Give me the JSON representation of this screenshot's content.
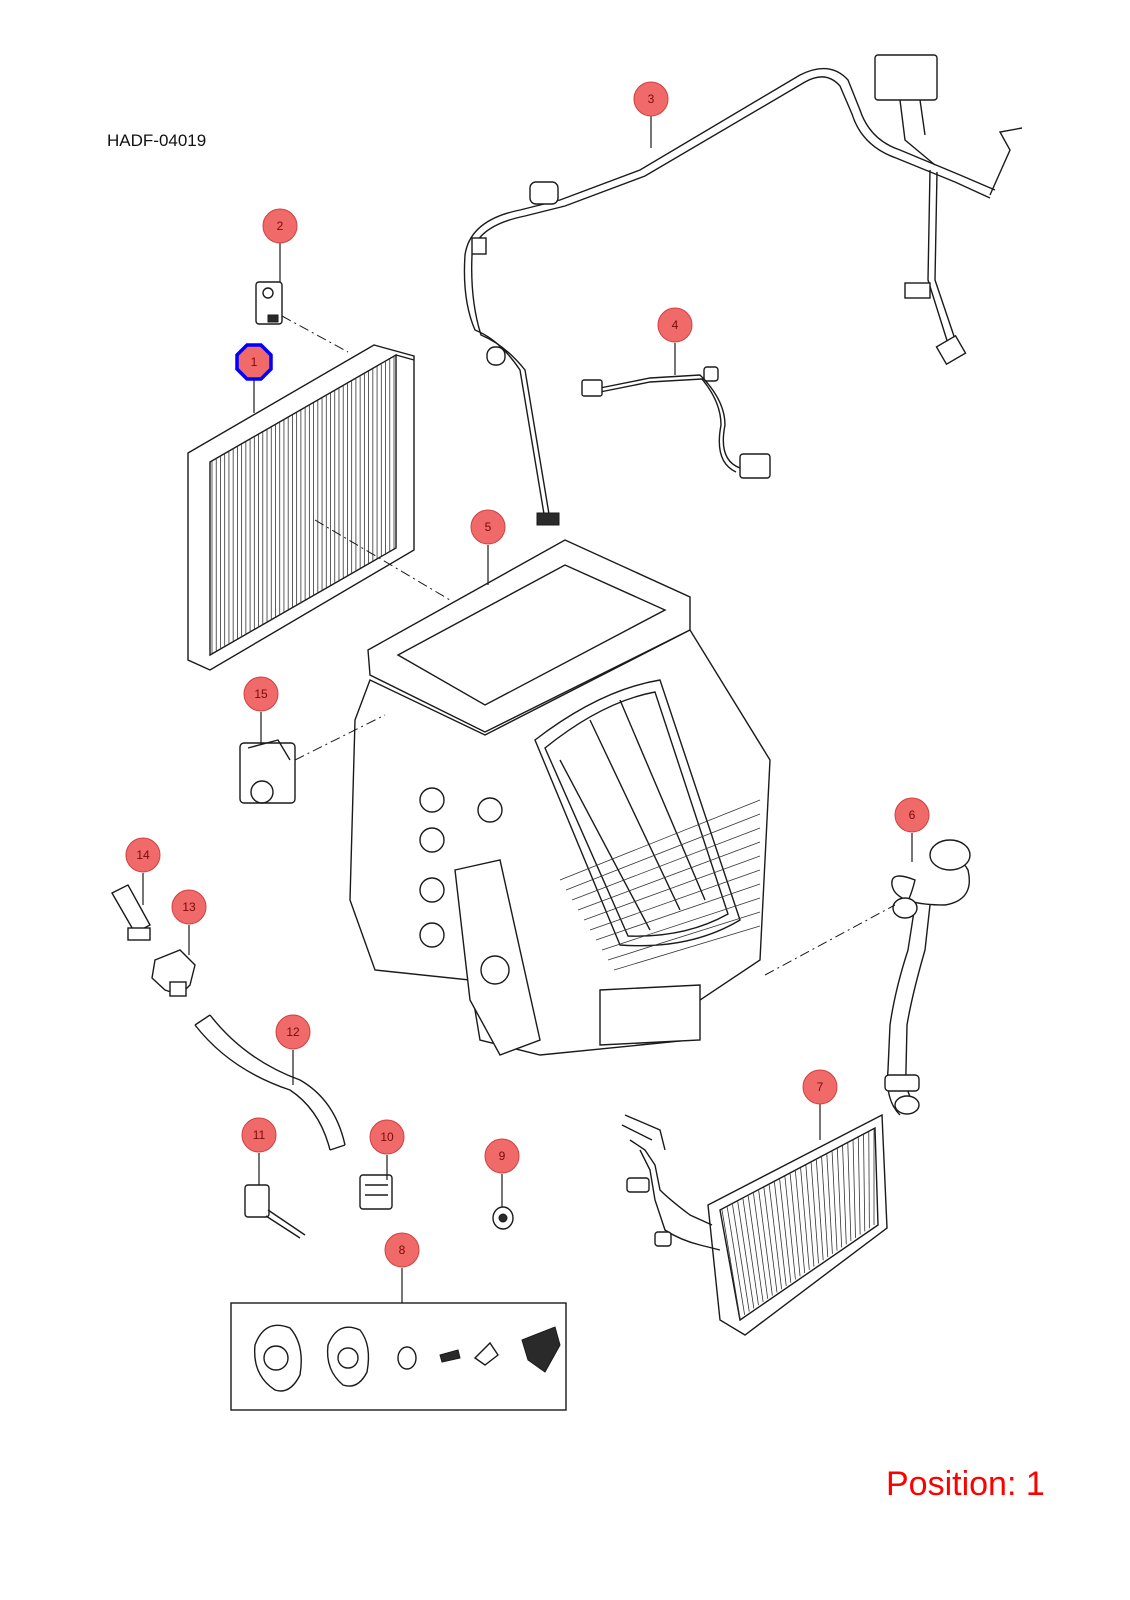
{
  "reference_code": "HADF-04019",
  "position_label": "Position: 1",
  "highlight_color": "#0000ff",
  "callout_color": "#f06a6a",
  "position_color": "#ff0000",
  "selected_callout": "1",
  "callouts": [
    {
      "id": "c1",
      "label": "1"
    },
    {
      "id": "c2",
      "label": "2"
    },
    {
      "id": "c3",
      "label": "3"
    },
    {
      "id": "c4",
      "label": "4"
    },
    {
      "id": "c5",
      "label": "5"
    },
    {
      "id": "c6",
      "label": "6"
    },
    {
      "id": "c7",
      "label": "7"
    },
    {
      "id": "c8",
      "label": "8"
    },
    {
      "id": "c9",
      "label": "9"
    },
    {
      "id": "c10",
      "label": "10"
    },
    {
      "id": "c11",
      "label": "11"
    },
    {
      "id": "c12",
      "label": "12"
    },
    {
      "id": "c13",
      "label": "13"
    },
    {
      "id": "c14",
      "label": "14"
    },
    {
      "id": "c15",
      "label": "15"
    }
  ]
}
